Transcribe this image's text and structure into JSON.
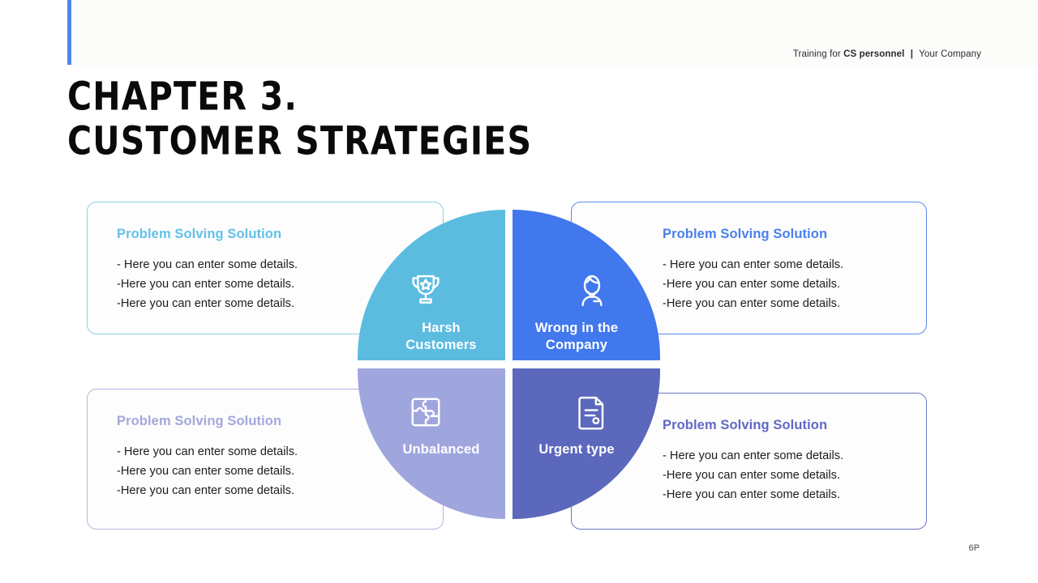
{
  "slide": {
    "accent_color": "#4e88f0",
    "page_number": "6P"
  },
  "header": {
    "prefix": "Training for",
    "highlight": "CS personnel",
    "separator": "|",
    "company": "Your Company"
  },
  "title": {
    "line1": "Chapter 3.",
    "line2": "Customer Strategies"
  },
  "cards": [
    {
      "id": "top-left",
      "title": "Problem Solving Solution",
      "title_color": "#62c0e8",
      "border_color": "#8ecfe8",
      "items": [
        "- Here you can enter some details.",
        "-Here you can enter some details.",
        "-Here you can enter some details."
      ]
    },
    {
      "id": "top-right",
      "title": "Problem Solving Solution",
      "title_color": "#4a80ec",
      "border_color": "#5b88ea",
      "items": [
        "- Here you can enter some details.",
        "-Here you can enter some details.",
        "-Here you can enter some details."
      ]
    },
    {
      "id": "bottom-left",
      "title": "Problem Solving Solution",
      "title_color": "#a3a8dd",
      "border_color": "#b3b6df",
      "items": [
        "- Here you can enter some details.",
        "-Here you can enter some details.",
        "-Here you can enter some details."
      ]
    },
    {
      "id": "bottom-right",
      "title": "Problem Solving Solution",
      "title_color": "#6069c4",
      "border_color": "#6d75c6",
      "items": [
        "- Here you can enter some details.",
        "-Here you can enter some details.",
        "-Here you can enter some details."
      ]
    }
  ],
  "wheel": {
    "quadrants": [
      {
        "id": "harsh-customers",
        "label": "Harsh\nCustomers",
        "icon": "trophy-icon",
        "color": "#5bbce0"
      },
      {
        "id": "wrong-in-the-company",
        "label": "Wrong in the\nCompany",
        "icon": "person-icon",
        "color": "#4178ed"
      },
      {
        "id": "unbalanced",
        "label": "Unbalanced",
        "icon": "puzzle-icon",
        "color": "#9fa6de"
      },
      {
        "id": "urgent-type",
        "label": "Urgent type",
        "icon": "document-icon",
        "color": "#5c68bc"
      }
    ]
  }
}
